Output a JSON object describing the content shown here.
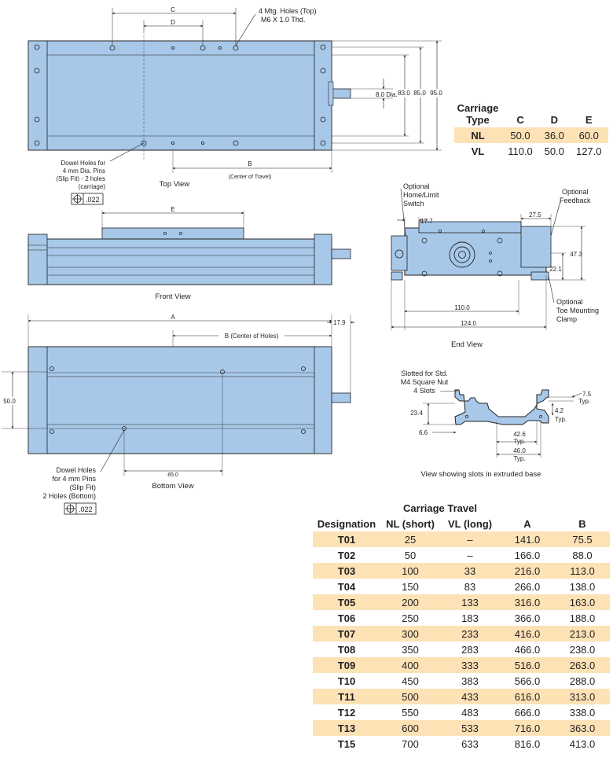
{
  "colors": {
    "body": "#a7c8e8",
    "outline": "#231f20",
    "table_highlight": "#fde2b6"
  },
  "top_view": {
    "title": "Top View",
    "dim_c": "C",
    "dim_d": "D",
    "mtg_holes_line1": "4 Mtg. Holes (Top)",
    "mtg_holes_line2": "M6 X 1.0 Thd.",
    "dim_shaft_dia": "8.0 Dia.",
    "dim_83": "83.0",
    "dim_85": "85.0",
    "dim_95": "95.0",
    "dowel_line1": "Dowel Holes for",
    "dowel_line2": "4 mm Dia. Pins",
    "dowel_line3": "(Slip Fit) - 2 holes",
    "dowel_line4": "(carriage)",
    "tolerance": ".022",
    "dim_b": "B",
    "dim_b_note": "(Center of Travel)"
  },
  "front_view": {
    "title": "Front View",
    "dim_e": "E"
  },
  "bottom_view": {
    "title": "Bottom View",
    "dim_a": "A",
    "dim_b": "B (Center of Holes)",
    "dim_179": "17.9",
    "dim_50": "50.0",
    "dim_85": "85.0",
    "dowel_line1": "Dowel Holes",
    "dowel_line2": "for 4 mm Pins",
    "dowel_line3": "(Slip Fit)",
    "dowel_line4": "2 Holes (Bottom)",
    "tolerance": ".022"
  },
  "end_view": {
    "title": "End View",
    "switch_line1": "Optional",
    "switch_line2": "Home/Limit",
    "switch_line3": "Switch",
    "feedback_line1": "Optional",
    "feedback_line2": "Feedback",
    "clamp_line1": "Optional",
    "clamp_line2": "Toe Mounting",
    "clamp_line3": "Clamp",
    "dim_177": "17.7",
    "dim_275": "27.5",
    "dim_473": "47.3",
    "dim_221": "22.1",
    "dim_110": "110.0",
    "dim_124": "124.0"
  },
  "slot_view": {
    "title": "View showing slots in extruded base",
    "note_line1": "Slotted for Std.",
    "note_line2": "M4 Square Nut",
    "note_line3": "4 Slots",
    "dim_234": "23.4",
    "dim_66": "6.6",
    "dim_426": "42.6",
    "dim_460": "46.0",
    "typ": "Typ.",
    "dim_75": "7.5",
    "dim_42": "4.2"
  },
  "carriage_table": {
    "header": {
      "type_line1": "Carriage",
      "type_line2": "Type",
      "c": "C",
      "d": "D",
      "e": "E"
    },
    "rows": [
      {
        "type": "NL",
        "c": "50.0",
        "d": "36.0",
        "e": "60.0"
      },
      {
        "type": "VL",
        "c": "110.0",
        "d": "50.0",
        "e": "127.0"
      }
    ]
  },
  "travel_table": {
    "super_header": "Carriage Travel",
    "headers": [
      "Designation",
      "NL (short)",
      "VL (long)",
      "A",
      "B"
    ],
    "rows": [
      [
        "T01",
        "25",
        "–",
        "141.0",
        "75.5"
      ],
      [
        "T02",
        "50",
        "–",
        "166.0",
        "88.0"
      ],
      [
        "T03",
        "100",
        "33",
        "216.0",
        "113.0"
      ],
      [
        "T04",
        "150",
        "83",
        "266.0",
        "138.0"
      ],
      [
        "T05",
        "200",
        "133",
        "316.0",
        "163.0"
      ],
      [
        "T06",
        "250",
        "183",
        "366.0",
        "188.0"
      ],
      [
        "T07",
        "300",
        "233",
        "416.0",
        "213.0"
      ],
      [
        "T08",
        "350",
        "283",
        "466.0",
        "238.0"
      ],
      [
        "T09",
        "400",
        "333",
        "516.0",
        "263.0"
      ],
      [
        "T10",
        "450",
        "383",
        "566.0",
        "288.0"
      ],
      [
        "T11",
        "500",
        "433",
        "616.0",
        "313.0"
      ],
      [
        "T12",
        "550",
        "483",
        "666.0",
        "338.0"
      ],
      [
        "T13",
        "600",
        "533",
        "716.0",
        "363.0"
      ],
      [
        "T15",
        "700",
        "633",
        "816.0",
        "413.0"
      ]
    ]
  }
}
